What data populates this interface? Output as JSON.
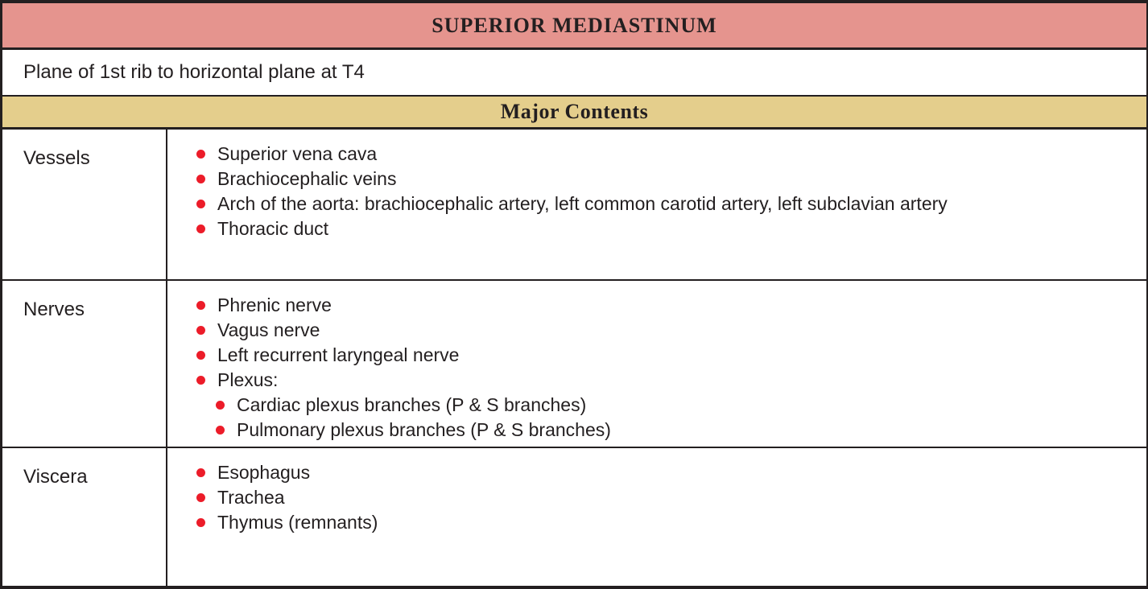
{
  "table": {
    "title": "SUPERIOR MEDIASTINUM",
    "definition": "Plane of 1st rib to horizontal plane at T4",
    "section_header": "Major Contents",
    "colors": {
      "title_bar_bg": "#E5948E",
      "section_bar_bg": "#E4CE8C",
      "bullet_red": "#EC1C29",
      "border": "#231F20",
      "text": "#231F20"
    },
    "rows": [
      {
        "label": "Vessels",
        "items": [
          {
            "text": "Superior vena cava",
            "level": 1
          },
          {
            "text": "Brachiocephalic veins",
            "level": 1
          },
          {
            "text": "Arch of the aorta: brachiocephalic artery, left common carotid artery, left subclavian artery",
            "level": 1
          },
          {
            "text": "Thoracic duct",
            "level": 1
          }
        ]
      },
      {
        "label": "Nerves",
        "items": [
          {
            "text": "Phrenic nerve",
            "level": 1
          },
          {
            "text": "Vagus nerve",
            "level": 1
          },
          {
            "text": "Left recurrent laryngeal nerve",
            "level": 1
          },
          {
            "text": "Plexus:",
            "level": 1
          },
          {
            "text": "Cardiac plexus branches (P & S branches)",
            "level": 2
          },
          {
            "text": "Pulmonary plexus branches (P & S branches)",
            "level": 2
          }
        ]
      },
      {
        "label": "Viscera",
        "items": [
          {
            "text": "Esophagus",
            "level": 1
          },
          {
            "text": "Trachea",
            "level": 1
          },
          {
            "text": "Thymus (remnants)",
            "level": 1
          }
        ]
      }
    ]
  }
}
